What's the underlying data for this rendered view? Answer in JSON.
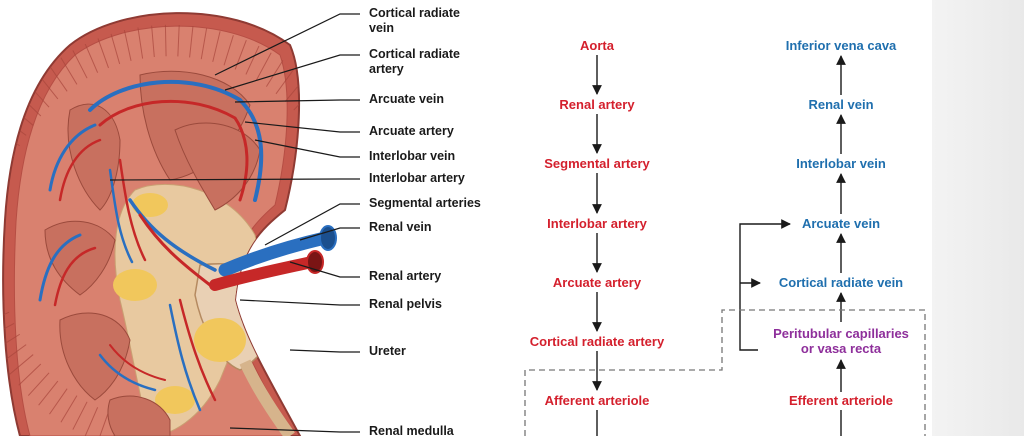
{
  "labels": [
    {
      "id": "cortical-radiate-vein",
      "text": "Cortical radiate\nvein"
    },
    {
      "id": "cortical-radiate-artery",
      "text": "Cortical radiate\nartery"
    },
    {
      "id": "arcuate-vein",
      "text": "Arcuate vein"
    },
    {
      "id": "arcuate-artery",
      "text": "Arcuate artery"
    },
    {
      "id": "interlobar-vein",
      "text": "Interlobar vein"
    },
    {
      "id": "interlobar-artery",
      "text": "Interlobar artery"
    },
    {
      "id": "segmental-arteries",
      "text": "Segmental arteries"
    },
    {
      "id": "renal-vein",
      "text": "Renal vein"
    },
    {
      "id": "renal-artery",
      "text": "Renal artery"
    },
    {
      "id": "renal-pelvis",
      "text": "Renal pelvis"
    },
    {
      "id": "ureter",
      "text": "Ureter"
    },
    {
      "id": "renal-medulla",
      "text": "Renal medulla"
    }
  ],
  "arterial_path": [
    "Aorta",
    "Renal artery",
    "Segmental artery",
    "Interlobar artery",
    "Arcuate artery",
    "Cortical radiate artery",
    "Afferent arteriole"
  ],
  "venous_path": [
    "Inferior vena cava",
    "Renal vein",
    "Interlobar vein",
    "Arcuate vein",
    "Cortical radiate vein"
  ],
  "capillaries": {
    "line1": "Peritubular capillaries",
    "line2": "or vasa recta"
  },
  "efferent": "Efferent arteriole",
  "colors": {
    "artery": "#d4202d",
    "vein": "#1f6fae",
    "capillary": "#8e2f9b",
    "cortex": "#c65a4e",
    "medulla_pyramid": "#c8705f",
    "sinus": "#e8c9a0",
    "fat": "#f1c75c",
    "vessel_red": "#c62828",
    "vessel_blue": "#2a6fc0"
  }
}
